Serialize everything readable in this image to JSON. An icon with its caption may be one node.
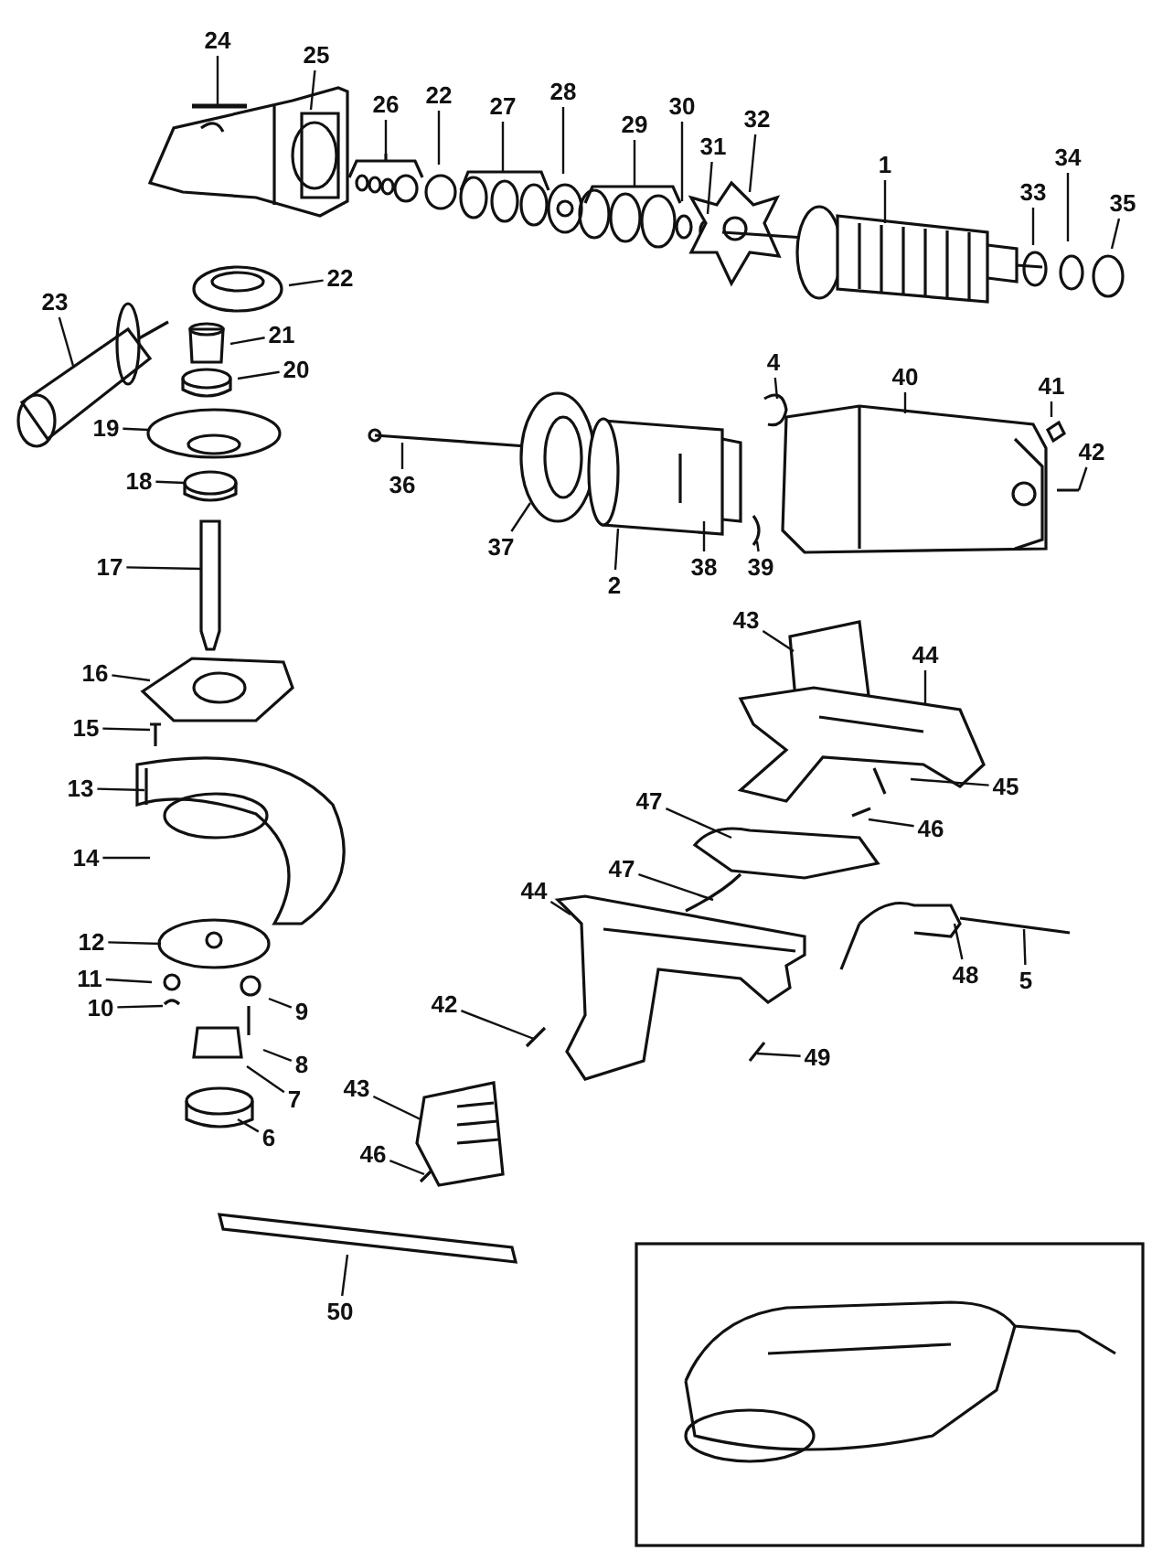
{
  "diagram": {
    "nodes": [
      {
        "text": [
          "24"
        ]
      },
      {
        "text": [
          "25"
        ]
      },
      {
        "text": [
          "26"
        ]
      },
      {
        "text": [
          "22"
        ]
      },
      {
        "text": [
          "27"
        ]
      },
      {
        "text": [
          "28"
        ]
      },
      {
        "text": [
          "29"
        ]
      },
      {
        "text": [
          "30"
        ]
      },
      {
        "text": [
          "32"
        ]
      },
      {
        "text": [
          "31"
        ]
      },
      {
        "text": [
          "1"
        ]
      },
      {
        "text": [
          "34"
        ]
      },
      {
        "text": [
          "33"
        ]
      },
      {
        "text": [
          "35"
        ]
      },
      {
        "text": [
          "22"
        ]
      },
      {
        "text": [
          "23"
        ]
      },
      {
        "text": [
          "21"
        ]
      },
      {
        "text": [
          "20"
        ]
      },
      {
        "text": [
          "4"
        ]
      },
      {
        "text": [
          "40"
        ]
      },
      {
        "text": [
          "41"
        ]
      },
      {
        "text": [
          "19"
        ]
      },
      {
        "text": [
          "42"
        ]
      },
      {
        "text": [
          "18"
        ]
      },
      {
        "text": [
          "36"
        ]
      },
      {
        "text": [
          "37"
        ]
      },
      {
        "text": [
          "38"
        ]
      },
      {
        "text": [
          "39"
        ]
      },
      {
        "text": [
          "17"
        ]
      },
      {
        "text": [
          "2"
        ]
      },
      {
        "text": [
          "43"
        ]
      },
      {
        "text": [
          "44"
        ]
      },
      {
        "text": [
          "16"
        ]
      },
      {
        "text": [
          "15"
        ]
      },
      {
        "text": [
          "13"
        ]
      },
      {
        "text": [
          "45"
        ]
      },
      {
        "text": [
          "47"
        ]
      },
      {
        "text": [
          "46"
        ]
      },
      {
        "text": [
          "14"
        ]
      },
      {
        "text": [
          "47"
        ]
      },
      {
        "text": [
          "44"
        ]
      },
      {
        "text": [
          "12"
        ]
      },
      {
        "text": [
          "48"
        ]
      },
      {
        "text": [
          "5"
        ]
      },
      {
        "text": [
          "11"
        ]
      },
      {
        "text": [
          "42"
        ]
      },
      {
        "text": [
          "10"
        ]
      },
      {
        "text": [
          "9"
        ]
      },
      {
        "text": [
          "49"
        ]
      },
      {
        "text": [
          "8"
        ]
      },
      {
        "text": [
          "43"
        ]
      },
      {
        "text": [
          "7"
        ]
      },
      {
        "text": [
          "6"
        ]
      },
      {
        "text": [
          "46"
        ]
      },
      {
        "text": [
          "50"
        ]
      }
    ],
    "edges": [
      {
        "from": 0,
        "to": null,
        "arrow": "none"
      },
      {
        "from": 1,
        "to": null,
        "arrow": "none"
      },
      {
        "from": 2,
        "to": null,
        "arrow": "none"
      },
      {
        "from": 3,
        "to": null,
        "arrow": "none"
      },
      {
        "from": 4,
        "to": null,
        "arrow": "none"
      },
      {
        "from": 5,
        "to": null,
        "arrow": "none"
      },
      {
        "from": 6,
        "to": null,
        "arrow": "none"
      },
      {
        "from": 7,
        "to": null,
        "arrow": "none"
      },
      {
        "from": 8,
        "to": null,
        "arrow": "none"
      },
      {
        "from": 9,
        "to": null,
        "arrow": "none"
      },
      {
        "from": 10,
        "to": null,
        "arrow": "none"
      },
      {
        "from": 11,
        "to": null,
        "arrow": "none"
      },
      {
        "from": 12,
        "to": null,
        "arrow": "none"
      },
      {
        "from": 13,
        "to": null,
        "arrow": "none"
      },
      {
        "from": 14,
        "to": null,
        "arrow": "none"
      },
      {
        "from": 15,
        "to": null,
        "arrow": "none"
      },
      {
        "from": 16,
        "to": null,
        "arrow": "none"
      },
      {
        "from": 17,
        "to": null,
        "arrow": "none"
      },
      {
        "from": 18,
        "to": null,
        "arrow": "none"
      },
      {
        "from": 19,
        "to": null,
        "arrow": "none"
      },
      {
        "from": 20,
        "to": null,
        "arrow": "none"
      },
      {
        "from": 21,
        "to": null,
        "arrow": "none"
      },
      {
        "from": 22,
        "to": null,
        "arrow": "none"
      },
      {
        "from": 23,
        "to": null,
        "arrow": "none"
      },
      {
        "from": 24,
        "to": null,
        "arrow": "none"
      },
      {
        "from": 25,
        "to": null,
        "arrow": "none"
      },
      {
        "from": 26,
        "to": null,
        "arrow": "none"
      },
      {
        "from": 27,
        "to": null,
        "arrow": "none"
      },
      {
        "from": 28,
        "to": null,
        "arrow": "none"
      },
      {
        "from": 29,
        "to": null,
        "arrow": "none"
      },
      {
        "from": 30,
        "to": null,
        "arrow": "none"
      },
      {
        "from": 31,
        "to": null,
        "arrow": "none"
      },
      {
        "from": 32,
        "to": null,
        "arrow": "none"
      },
      {
        "from": 33,
        "to": null,
        "arrow": "none"
      },
      {
        "from": 34,
        "to": null,
        "arrow": "none"
      },
      {
        "from": 35,
        "to": null,
        "arrow": "none"
      },
      {
        "from": 36,
        "to": null,
        "arrow": "none"
      },
      {
        "from": 37,
        "to": null,
        "arrow": "none"
      },
      {
        "from": 38,
        "to": null,
        "arrow": "none"
      },
      {
        "from": 39,
        "to": null,
        "arrow": "none"
      },
      {
        "from": 40,
        "to": null,
        "arrow": "none"
      },
      {
        "from": 41,
        "to": null,
        "arrow": "none"
      },
      {
        "from": 42,
        "to": null,
        "arrow": "none"
      },
      {
        "from": 43,
        "to": null,
        "arrow": "none"
      },
      {
        "from": 44,
        "to": null,
        "arrow": "none"
      },
      {
        "from": 45,
        "to": null,
        "arrow": "none"
      },
      {
        "from": 46,
        "to": null,
        "arrow": "none"
      },
      {
        "from": 47,
        "to": null,
        "arrow": "none"
      },
      {
        "from": 48,
        "to": null,
        "arrow": "none"
      },
      {
        "from": 49,
        "to": null,
        "arrow": "none"
      },
      {
        "from": 50,
        "to": null,
        "arrow": "none"
      },
      {
        "from": 51,
        "to": null,
        "arrow": "none"
      },
      {
        "from": 52,
        "to": null,
        "arrow": "none"
      },
      {
        "from": 53,
        "to": null,
        "arrow": "none"
      },
      {
        "from": 54,
        "to": null,
        "arrow": "none"
      }
    ]
  }
}
